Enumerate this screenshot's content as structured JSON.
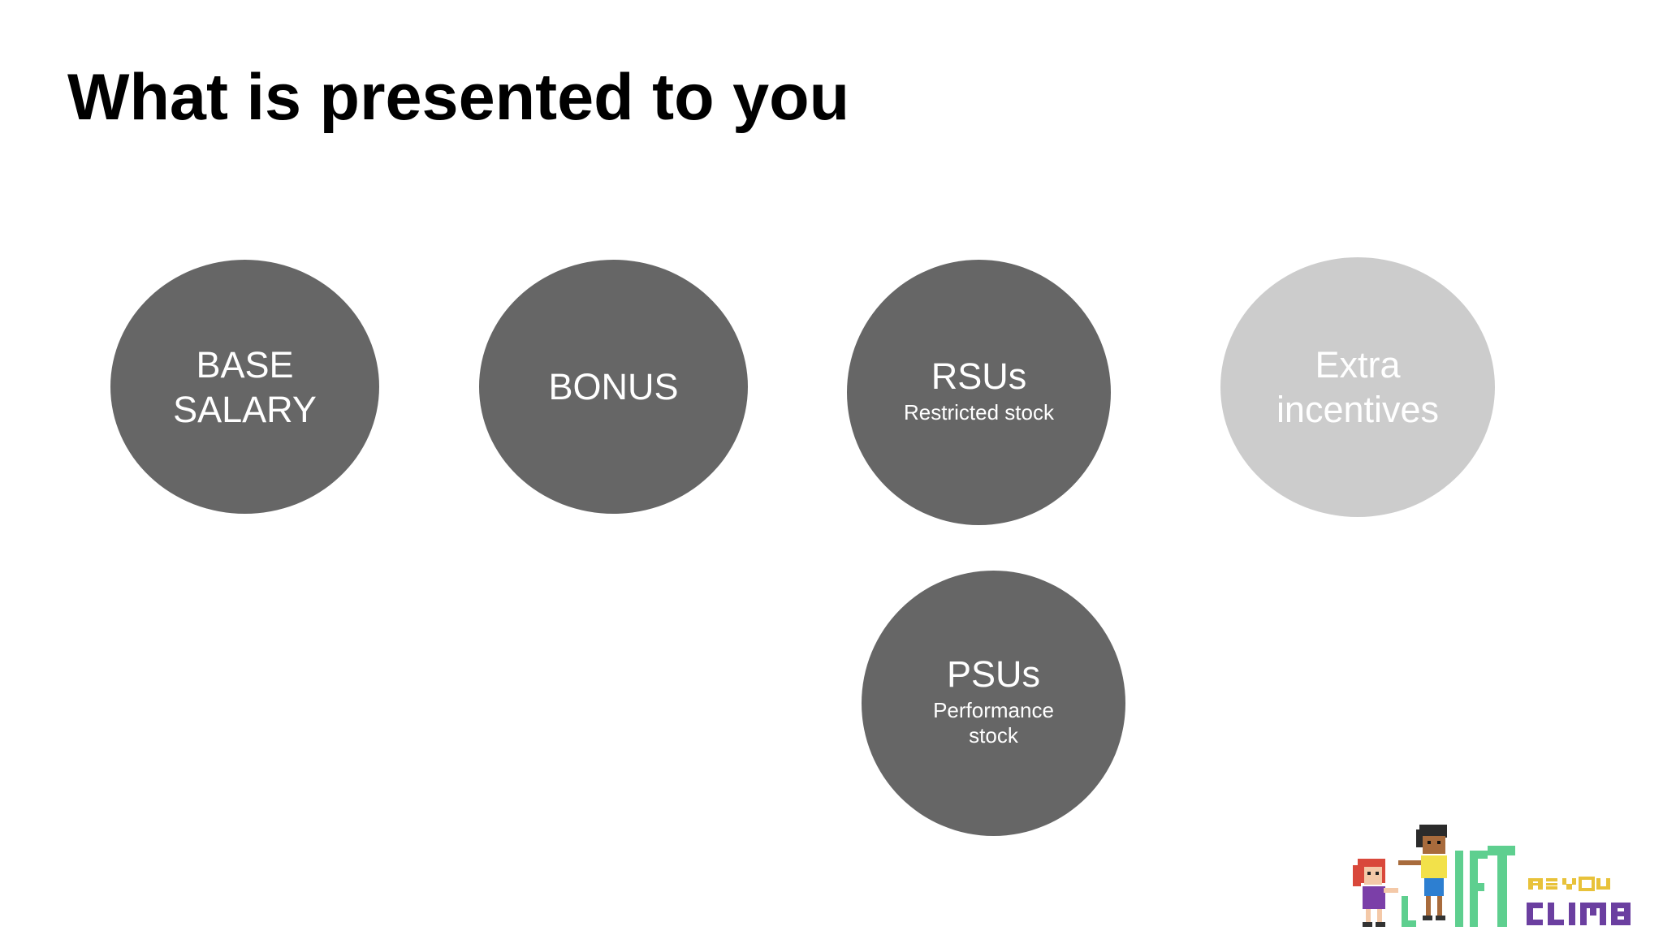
{
  "slide": {
    "title": "What is presented to you"
  },
  "bubbles": [
    {
      "id": "base-salary",
      "label": "BASE\nSALARY",
      "sublabel": "",
      "color": "#666666"
    },
    {
      "id": "bonus",
      "label": "BONUS",
      "sublabel": "",
      "color": "#666666"
    },
    {
      "id": "rsus",
      "label": "RSUs",
      "sublabel": "Restricted stock",
      "color": "#666666"
    },
    {
      "id": "extra-incentives",
      "label": "Extra\nincentives",
      "sublabel": "",
      "color": "#cccccc"
    },
    {
      "id": "psus",
      "label": "PSUs",
      "sublabel": "Performance\nstock",
      "color": "#666666"
    }
  ],
  "logo": {
    "text_main": "LIFT",
    "text_small": "AS YOU",
    "text_climb": "CLIMB",
    "colors": {
      "lift": "#5ecf8f",
      "climb": "#6b3fa0",
      "as_you": "#e8c23a"
    }
  }
}
